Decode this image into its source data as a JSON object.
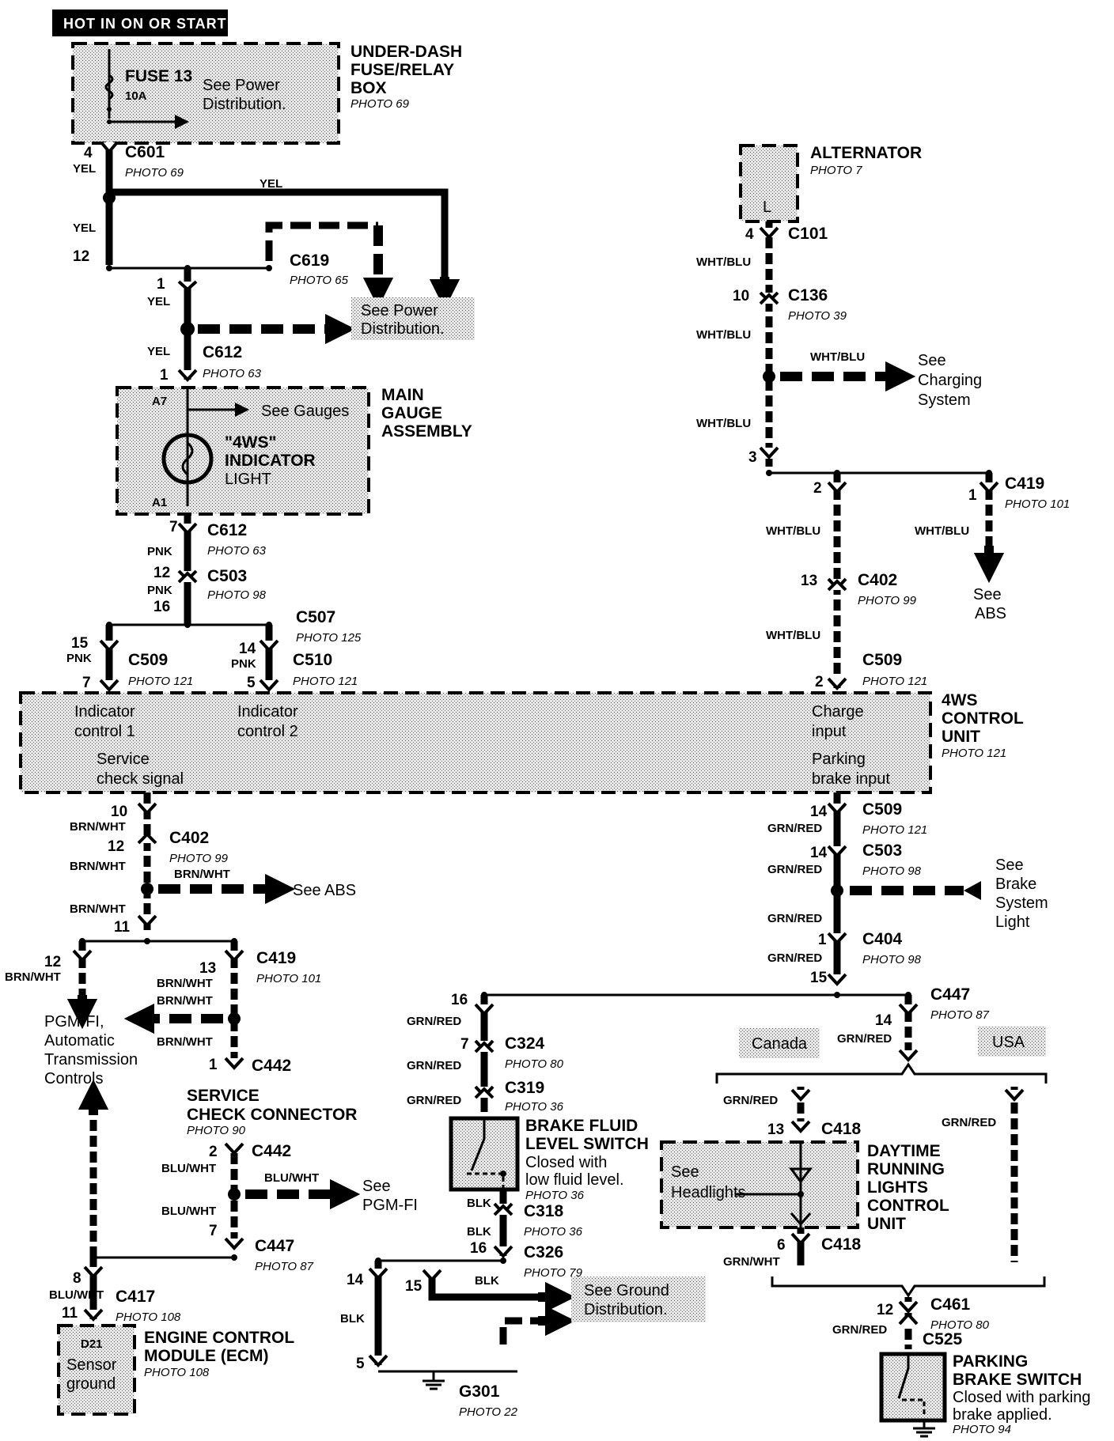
{
  "header": "HOT IN ON OR START",
  "fuse_box": {
    "fuse": "FUSE 13",
    "amps": "10A",
    "see_power": "See Power Distribution.",
    "title": [
      "UNDER-DASH",
      "FUSE/RELAY",
      "BOX"
    ],
    "photo": "PHOTO 69"
  },
  "gauge": {
    "title": [
      "MAIN",
      "GAUGE",
      "ASSEMBLY"
    ],
    "see_gauges": "See Gauges",
    "light": [
      "\"4WS\"",
      "INDICATOR",
      "LIGHT"
    ],
    "pin_a7": "A7",
    "pin_a1": "A1"
  },
  "control_unit": {
    "title": [
      "4WS",
      "CONTROL",
      "UNIT"
    ],
    "photo": "PHOTO 121",
    "ind1": [
      "Indicator",
      "control 1"
    ],
    "ind2": [
      "Indicator",
      "control 2"
    ],
    "service": [
      "Service",
      "check signal"
    ],
    "charge": [
      "Charge",
      "input"
    ],
    "parking": [
      "Parking",
      "brake input"
    ]
  },
  "alternator": {
    "title": "ALTERNATOR",
    "photo": "PHOTO 7",
    "terminal": "L"
  },
  "left_connectors": {
    "c601": "C601",
    "p69": "PHOTO 69",
    "c619": "C619",
    "p65": "PHOTO 65",
    "c612": "C612",
    "p63": "PHOTO 63",
    "c503": "C503",
    "p98": "PHOTO 98",
    "c507": "C507",
    "p125": "PHOTO 125",
    "c509": "C509",
    "p121": "PHOTO 121",
    "c510": "C510",
    "c402": "C402",
    "p99": "PHOTO 99",
    "c419": "C419",
    "p101": "PHOTO 101",
    "c442": "C442",
    "c447": "C447",
    "p87": "PHOTO 87",
    "c417": "C417",
    "p108": "PHOTO 108"
  },
  "right_connectors": {
    "c101": "C101",
    "c136": "C136",
    "p39": "PHOTO 39",
    "c419": "C419",
    "p101": "PHOTO 101",
    "c402": "C402",
    "p99": "PHOTO 99",
    "c509": "C509",
    "p121": "PHOTO 121",
    "c503": "C503",
    "p98": "PHOTO 98",
    "c404": "C404",
    "c447": "C447",
    "p87": "PHOTO 87",
    "c418": "C418",
    "c461": "C461",
    "p80": "PHOTO 80",
    "c525": "C525"
  },
  "center_connectors": {
    "c324": "C324",
    "p80": "PHOTO 80",
    "c319": "C319",
    "p36": "PHOTO 36",
    "c318": "C318",
    "c326": "C326",
    "p79": "PHOTO 79",
    "g301": "G301",
    "p22": "PHOTO 22"
  },
  "see": {
    "power_dist": [
      "See Power",
      "Distribution."
    ],
    "charging": [
      "See",
      "Charging",
      "System"
    ],
    "abs_right": [
      "See",
      "ABS"
    ],
    "abs_left": "See ABS",
    "brake_light": [
      "See",
      "Brake",
      "System",
      "Light"
    ],
    "pgmfi_controls": [
      "PGM-FI,",
      "Automatic",
      "Transmission",
      "Controls"
    ],
    "pgmfi": [
      "See",
      "PGM-FI"
    ],
    "ground": [
      "See Ground",
      "Distribution."
    ],
    "headlights": [
      "See",
      "Headlights"
    ]
  },
  "service_connector": {
    "title": [
      "SERVICE",
      "CHECK CONNECTOR"
    ],
    "photo": "PHOTO 90"
  },
  "ecm": {
    "title": [
      "ENGINE CONTROL",
      "MODULE (ECM)"
    ],
    "photo": "PHOTO 108",
    "pin": "D21",
    "label": [
      "Sensor",
      "ground"
    ]
  },
  "brake_fluid": {
    "title": [
      "BRAKE FLUID",
      "LEVEL SWITCH"
    ],
    "desc": [
      "Closed with",
      "low fluid level."
    ],
    "photo": "PHOTO 36"
  },
  "drl": {
    "title": [
      "DAYTIME",
      "RUNNING",
      "LIGHTS",
      "CONTROL",
      "UNIT"
    ]
  },
  "parking_switch": {
    "title": [
      "PARKING",
      "BRAKE SWITCH"
    ],
    "desc": [
      "Closed with parking",
      "brake applied."
    ],
    "photo": "PHOTO 94"
  },
  "regions": {
    "canada": "Canada",
    "usa": "USA"
  },
  "wire_colors": {
    "yel": "YEL",
    "pnk": "PNK",
    "wht_blu": "WHT/BLU",
    "brn_wht": "BRN/WHT",
    "blu_wht": "BLU/WHT",
    "grn_red": "GRN/RED",
    "grn_wht": "GRN/WHT",
    "blk": "BLK"
  },
  "pins": {
    "p1": "1",
    "p2": "2",
    "p3": "3",
    "p4": "4",
    "p5": "5",
    "p6": "6",
    "p7": "7",
    "p8": "8",
    "p10": "10",
    "p11": "11",
    "p12": "12",
    "p13": "13",
    "p14": "14",
    "p15": "15",
    "p16": "16"
  }
}
